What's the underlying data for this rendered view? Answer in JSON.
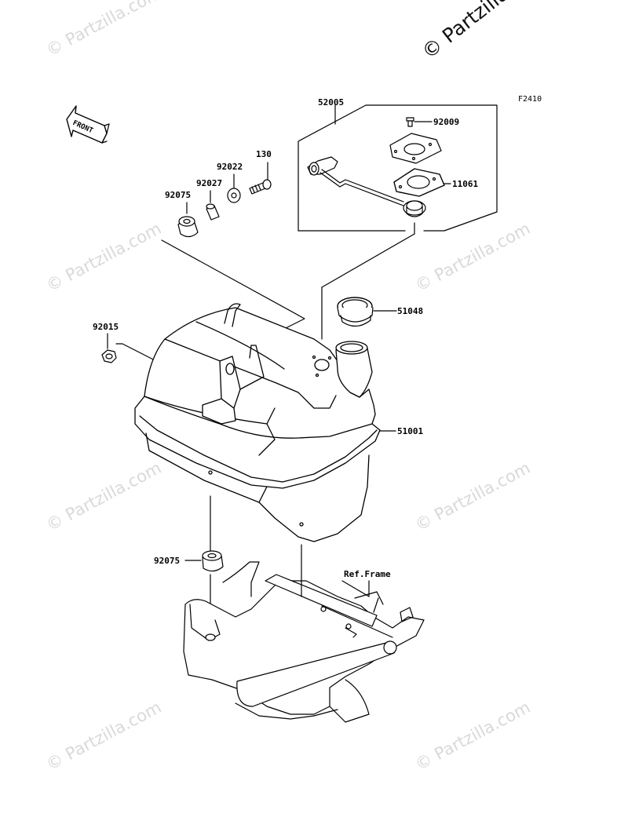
{
  "watermark": {
    "text": "© Partzilla.com",
    "corner_text": "© Partzilla"
  },
  "figure_code": "F2410",
  "front_label": "FRONT",
  "parts": {
    "p52005": "52005",
    "p92009": "92009",
    "p11061": "11061",
    "p130": "130",
    "p92022": "92022",
    "p92027": "92027",
    "p92075_top": "92075",
    "p51048": "51048",
    "p92015": "92015",
    "p51001": "51001",
    "p92075_bottom": "92075",
    "ref_frame": "Ref.Frame"
  }
}
